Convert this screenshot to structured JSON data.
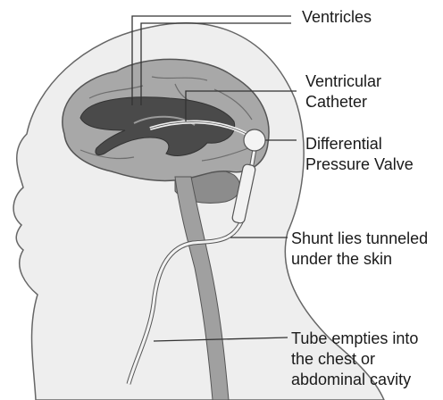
{
  "labels": {
    "ventricles": {
      "lines": [
        "Ventricles"
      ]
    },
    "catheter": {
      "lines": [
        "Ventricular",
        "Catheter"
      ]
    },
    "valve": {
      "lines": [
        "Differential",
        "Pressure Valve"
      ]
    },
    "shunt": {
      "lines": [
        "Shunt lies tunneled",
        "under the skin"
      ]
    },
    "tube": {
      "lines": [
        "Tube empties into",
        "the chest or",
        "abdominal cavity"
      ]
    }
  },
  "colors": {
    "background": "#ffffff",
    "head": "#eeeeee",
    "brain": "#a8a8a8",
    "ventricles": "#4a4a4a",
    "tube": "#f2f2f2",
    "outline": "#555555",
    "leader": "#333333"
  }
}
